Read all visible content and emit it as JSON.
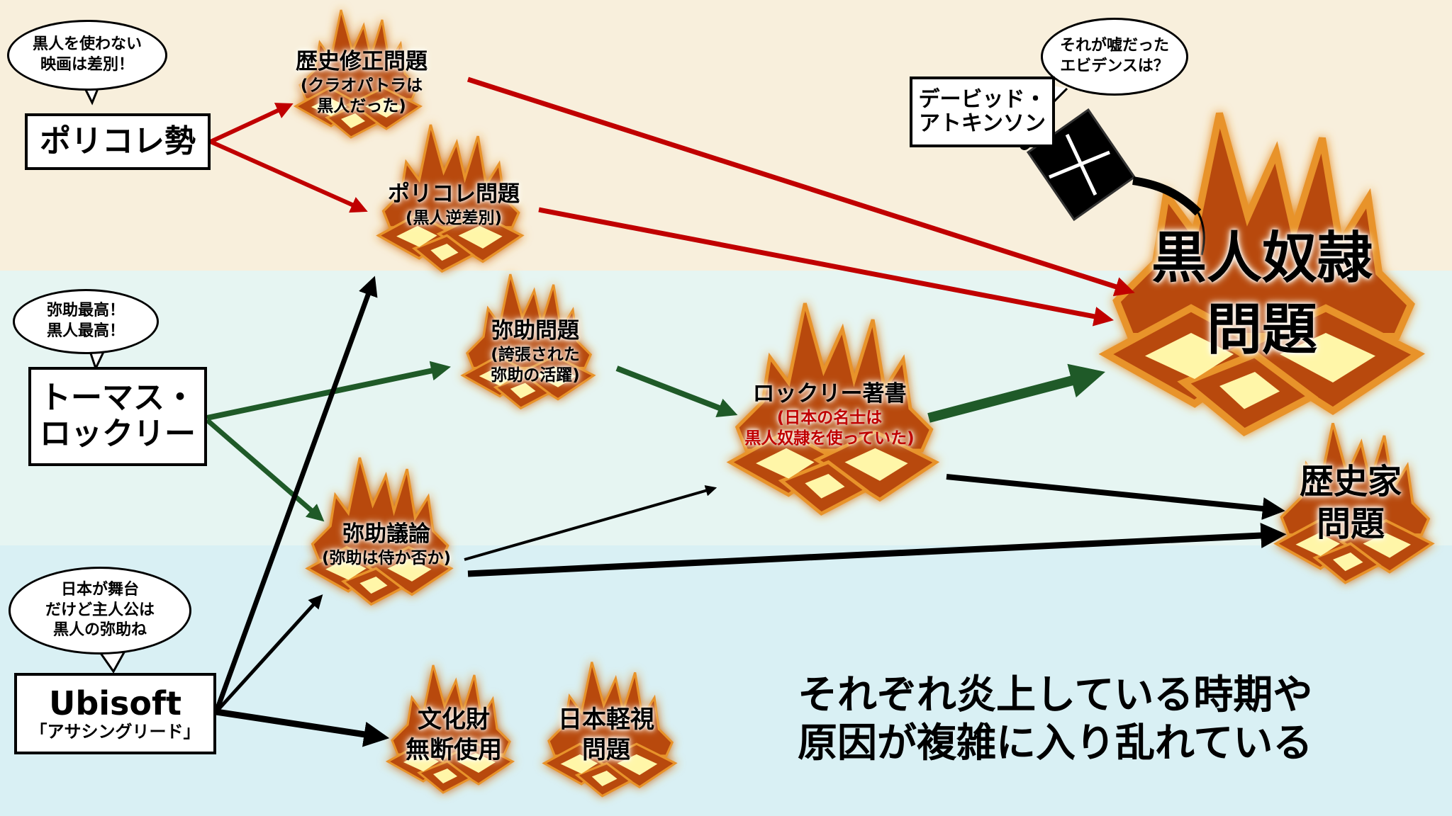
{
  "colors": {
    "band_top": "#f8efdc",
    "band_mid": "#e6f5f2",
    "band_bot": "#d9f0f4",
    "fire_fill": "#b84a10",
    "fire_outline": "#e8932a",
    "fire_glow": "#fff6a8",
    "arrow_red": "#c00000",
    "arrow_green": "#1f5a28",
    "arrow_black": "#000000",
    "highlight_red": "#c00000"
  },
  "actors": {
    "polikore": {
      "label": "ポリコレ勢",
      "bubble": [
        "黒人を使わない",
        "映画は差別！"
      ]
    },
    "lockley": {
      "label_lines": [
        "トーマス・",
        "ロックリー"
      ],
      "bubble": [
        "弥助最高！",
        "黒人最高！"
      ]
    },
    "ubisoft": {
      "label": "Ubisoft",
      "sub": "「アサシングリード」",
      "bubble": [
        "日本が舞台",
        "だけど主人公は",
        "黒人の弥助ね"
      ]
    },
    "atkinson": {
      "label_lines": [
        "デービッド・",
        "アトキンソン"
      ],
      "bubble": [
        "それが嘘だった",
        "エビデンスは？"
      ],
      "icon": "fuel-can-icon"
    }
  },
  "fires": {
    "rekishi": {
      "title": "歴史修正問題",
      "sub_lines": [
        "(クラオパトラは",
        "黒人だった)"
      ]
    },
    "polikore_mondai": {
      "title": "ポリコレ問題",
      "sub_lines": [
        "(黒人逆差別)"
      ]
    },
    "yasuke_mondai": {
      "title": "弥助問題",
      "sub_lines": [
        "(誇張された",
        "弥助の活躍)"
      ]
    },
    "yasuke_giron": {
      "title": "弥助議論",
      "sub_lines": [
        "(弥助は侍か否か)"
      ]
    },
    "lockley_book": {
      "title": "ロックリー著書",
      "sub_lines": [
        "(日本の名士は",
        "黒人奴隷を使っていた)"
      ]
    },
    "bunkazai": {
      "title_lines": [
        "文化財",
        "無断使用"
      ]
    },
    "keishi": {
      "title_lines": [
        "日本軽視",
        "問題"
      ]
    },
    "kokujin_dorei": {
      "title_lines": [
        "黒人奴隷",
        "問題"
      ]
    },
    "rekishika": {
      "title_lines": [
        "歴史家",
        "問題"
      ]
    }
  },
  "caption_lines": [
    "それぞれ炎上している時期や",
    "原因が複雑に入り乱れている"
  ]
}
